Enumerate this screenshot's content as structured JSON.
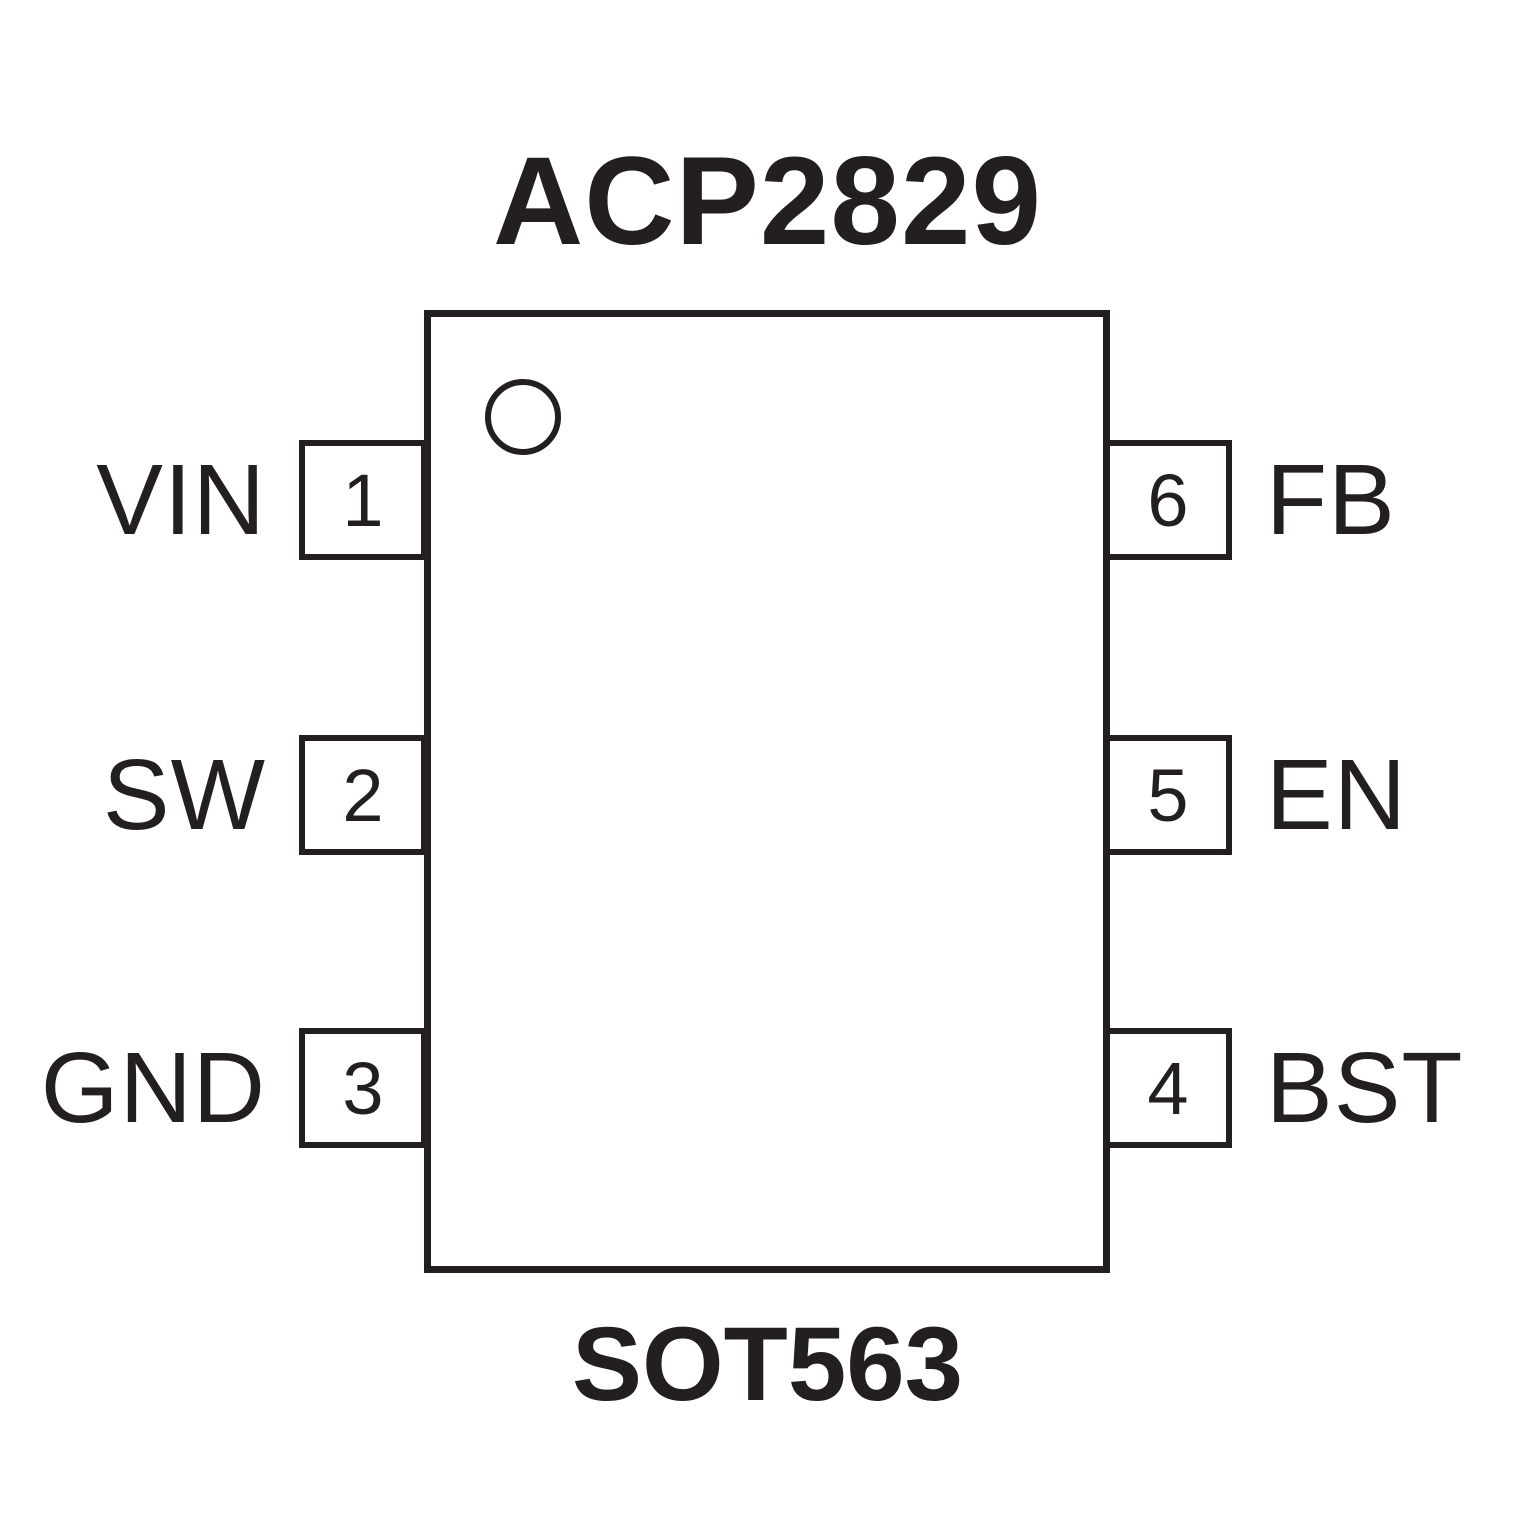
{
  "diagram": {
    "title": "ACP2829",
    "package": "SOT563",
    "colors": {
      "line": "#231f20",
      "background": "#ffffff"
    },
    "pins": {
      "left": [
        {
          "number": "1",
          "label": "VIN"
        },
        {
          "number": "2",
          "label": "SW"
        },
        {
          "number": "3",
          "label": "GND"
        }
      ],
      "right": [
        {
          "number": "6",
          "label": "FB"
        },
        {
          "number": "5",
          "label": "EN"
        },
        {
          "number": "4",
          "label": "BST"
        }
      ]
    }
  }
}
